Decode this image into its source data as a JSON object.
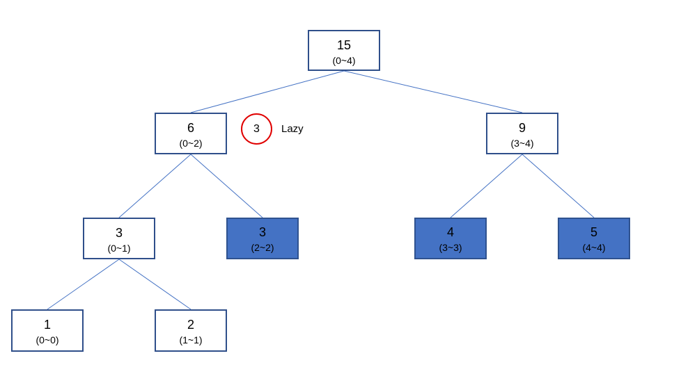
{
  "colors": {
    "edge": "#4472c4",
    "node_border": "#2f4f8a",
    "highlight_fill": "#4472c4",
    "lazy_circle": "#e00000"
  },
  "tree": {
    "root": {
      "value": "15",
      "range": "(0~4)"
    },
    "left": {
      "value": "6",
      "range": "(0~2)"
    },
    "right": {
      "value": "9",
      "range": "(3~4)"
    },
    "left_left": {
      "value": "3",
      "range": "(0~1)"
    },
    "left_right": {
      "value": "3",
      "range": "(2~2)",
      "highlighted": true
    },
    "right_left": {
      "value": "4",
      "range": "(3~3)",
      "highlighted": true
    },
    "right_right": {
      "value": "5",
      "range": "(4~4)",
      "highlighted": true
    },
    "leaf_0": {
      "value": "1",
      "range": "(0~0)"
    },
    "leaf_1": {
      "value": "2",
      "range": "(1~1)"
    }
  },
  "lazy": {
    "value": "3",
    "label": "Lazy"
  }
}
